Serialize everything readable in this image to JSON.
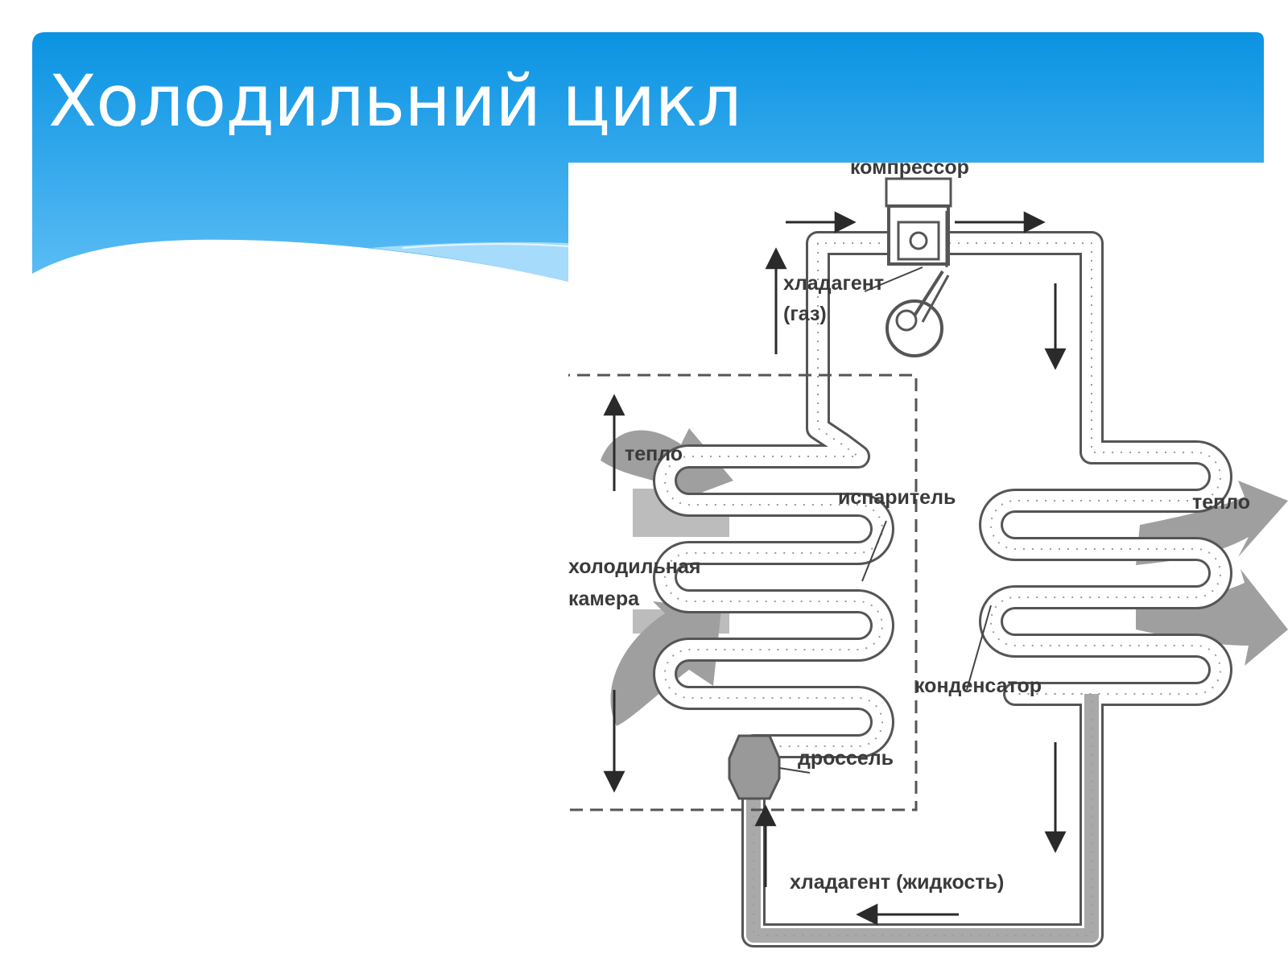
{
  "slide": {
    "title": "Холодильний цикл"
  },
  "colors": {
    "banner_top": "#0a93e2",
    "banner_bottom": "#5cbdf5",
    "wave_light": "#a6dbfb",
    "pipe": "#555555",
    "heat_arrow": "#9a9a9a",
    "text": "#3a3a3a"
  },
  "diagram": {
    "labels": {
      "compressor": "компрессор",
      "refrigerant_gas_1": "хладагент",
      "refrigerant_gas_2": "(газ)",
      "heat_in": "тепло",
      "evaporator": "испаритель",
      "heat_out": "тепло",
      "cold_chamber_1": "холодильная",
      "cold_chamber_2": "камера",
      "condenser": "конденсатор",
      "throttle": "дроссель",
      "refrigerant_liquid": "хладагент (жидкость)"
    },
    "icons": [
      "compressor-icon",
      "motor-icon",
      "throttle-valve-icon",
      "heat-arrow-icon",
      "flow-arrow-icon"
    ]
  }
}
